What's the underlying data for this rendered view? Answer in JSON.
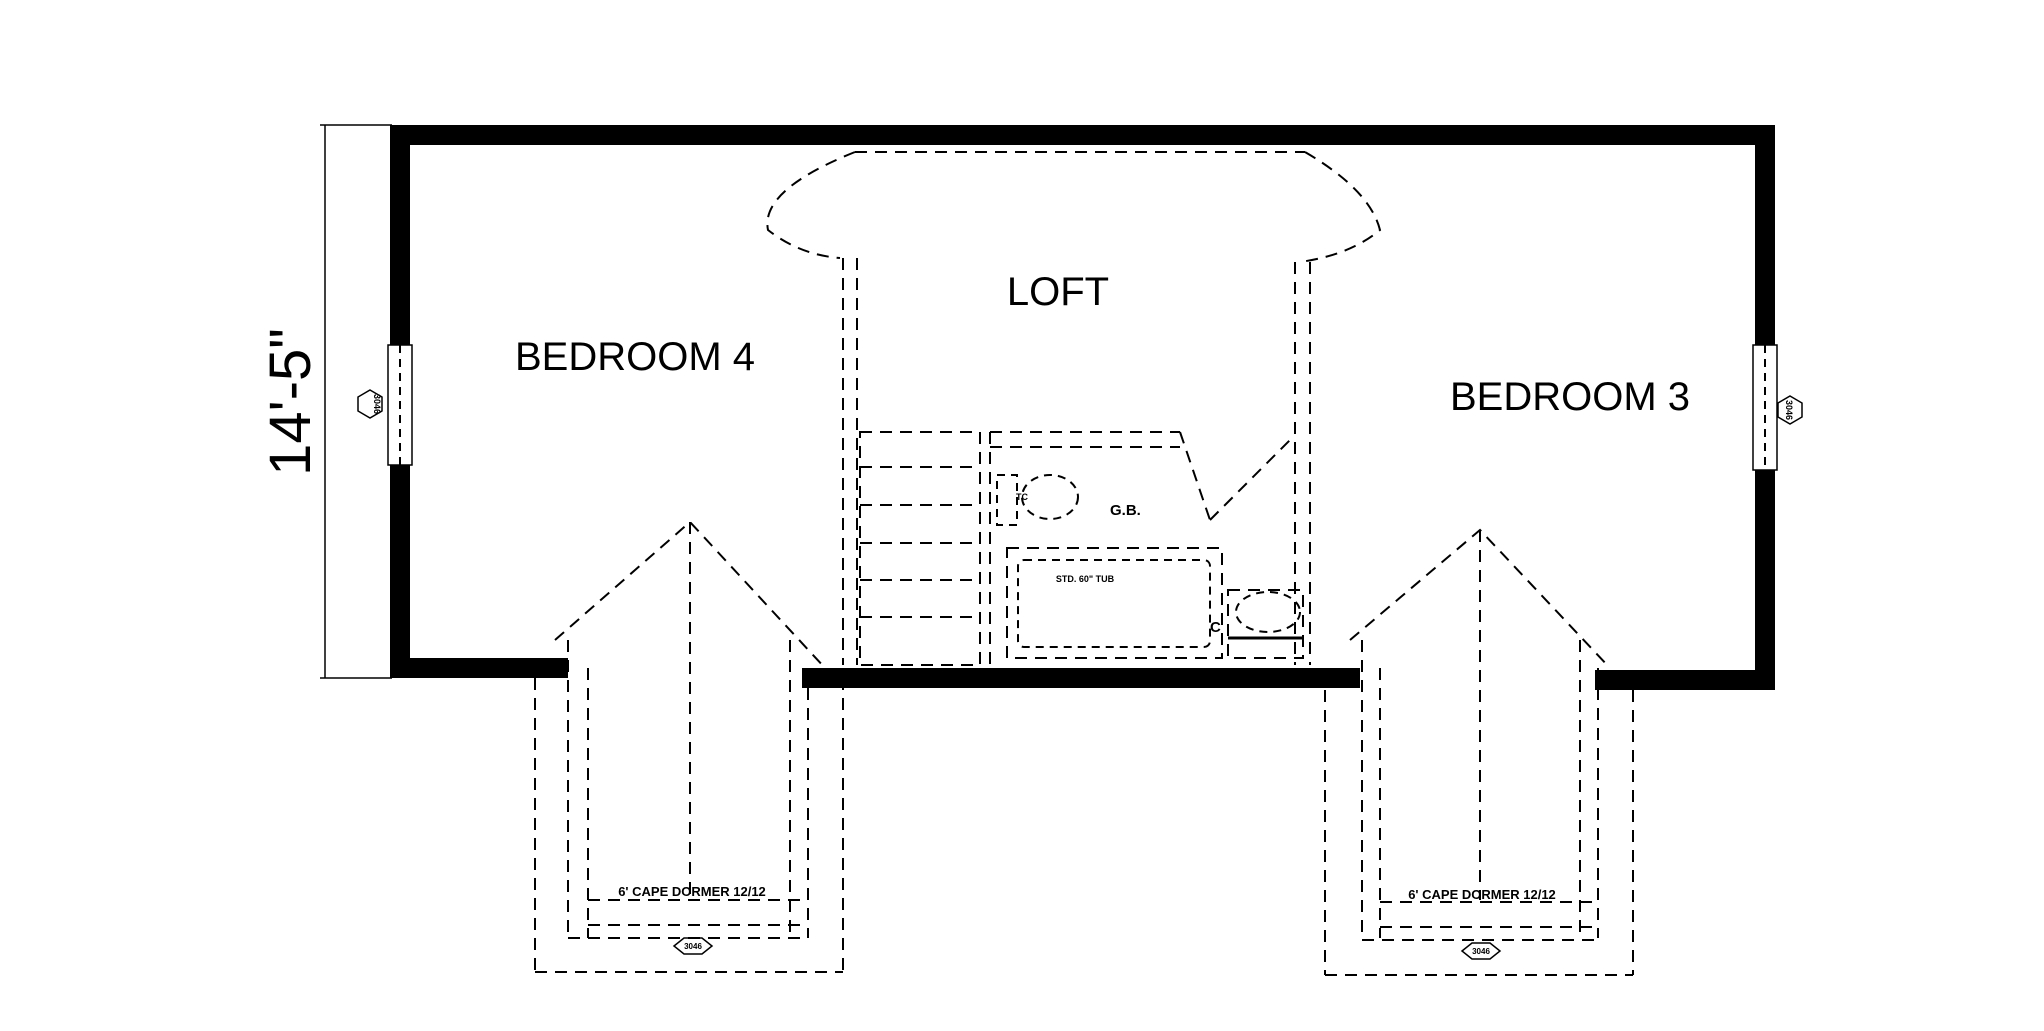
{
  "rooms": {
    "loft": "LOFT",
    "bedroom_4": "BEDROOM 4",
    "bedroom_3": "BEDROOM 3",
    "guest_bath": "G.B.",
    "tub": "STD. 60\" TUB",
    "closet_mark": "C",
    "toilet_mark": "TC"
  },
  "dormers": {
    "left_label": "6' CAPE DORMER 12/12",
    "right_label": "6' CAPE DORMER 12/12"
  },
  "windows": {
    "left_wall_tag": "3046",
    "right_wall_tag": "3046",
    "left_dormer_tag": "3046",
    "right_dormer_tag": "3046"
  },
  "dimensions": {
    "depth": "14'-5\""
  }
}
